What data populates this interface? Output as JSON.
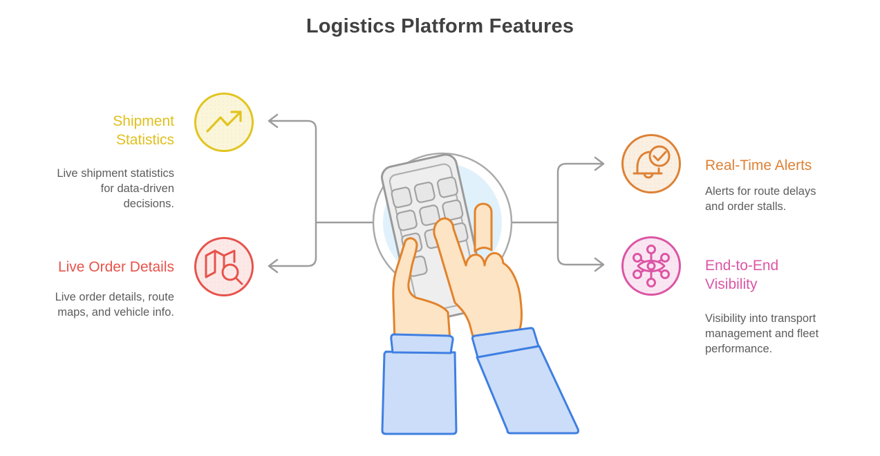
{
  "title": "Logistics Platform Features",
  "features": {
    "shipment_statistics": {
      "label": "Shipment\nStatistics",
      "description": "Live shipment statistics\nfor data-driven\ndecisions.",
      "icon": "trend-up-icon",
      "accent_color": "#E0BF1C"
    },
    "live_order_details": {
      "label": "Live Order Details",
      "description": "Live order details, route\nmaps, and vehicle info.",
      "icon": "map-search-icon",
      "accent_color": "#E6534B"
    },
    "real_time_alerts": {
      "label": "Real-Time Alerts",
      "description": "Alerts for route delays\nand order stalls.",
      "icon": "bell-check-icon",
      "accent_color": "#DD8135"
    },
    "end_to_end_visibility": {
      "label": "End-to-End\nVisibility",
      "description": "Visibility into transport\nmanagement and fleet\nperformance.",
      "icon": "network-eye-icon",
      "accent_color": "#DC55A4"
    }
  },
  "illustration": "hands-tapping-phone",
  "colors": {
    "title_text": "#414141",
    "body_text": "#5C5C5C",
    "connector_gray": "#9C9C9C",
    "circle_fill": "#E0F1FB",
    "phone_fill": "#EEEEEE",
    "skin": "#FCE4C4",
    "skin_outline": "#E2822B",
    "sleeve_fill": "#CBDDF8",
    "sleeve_outline": "#3F7FE2"
  }
}
